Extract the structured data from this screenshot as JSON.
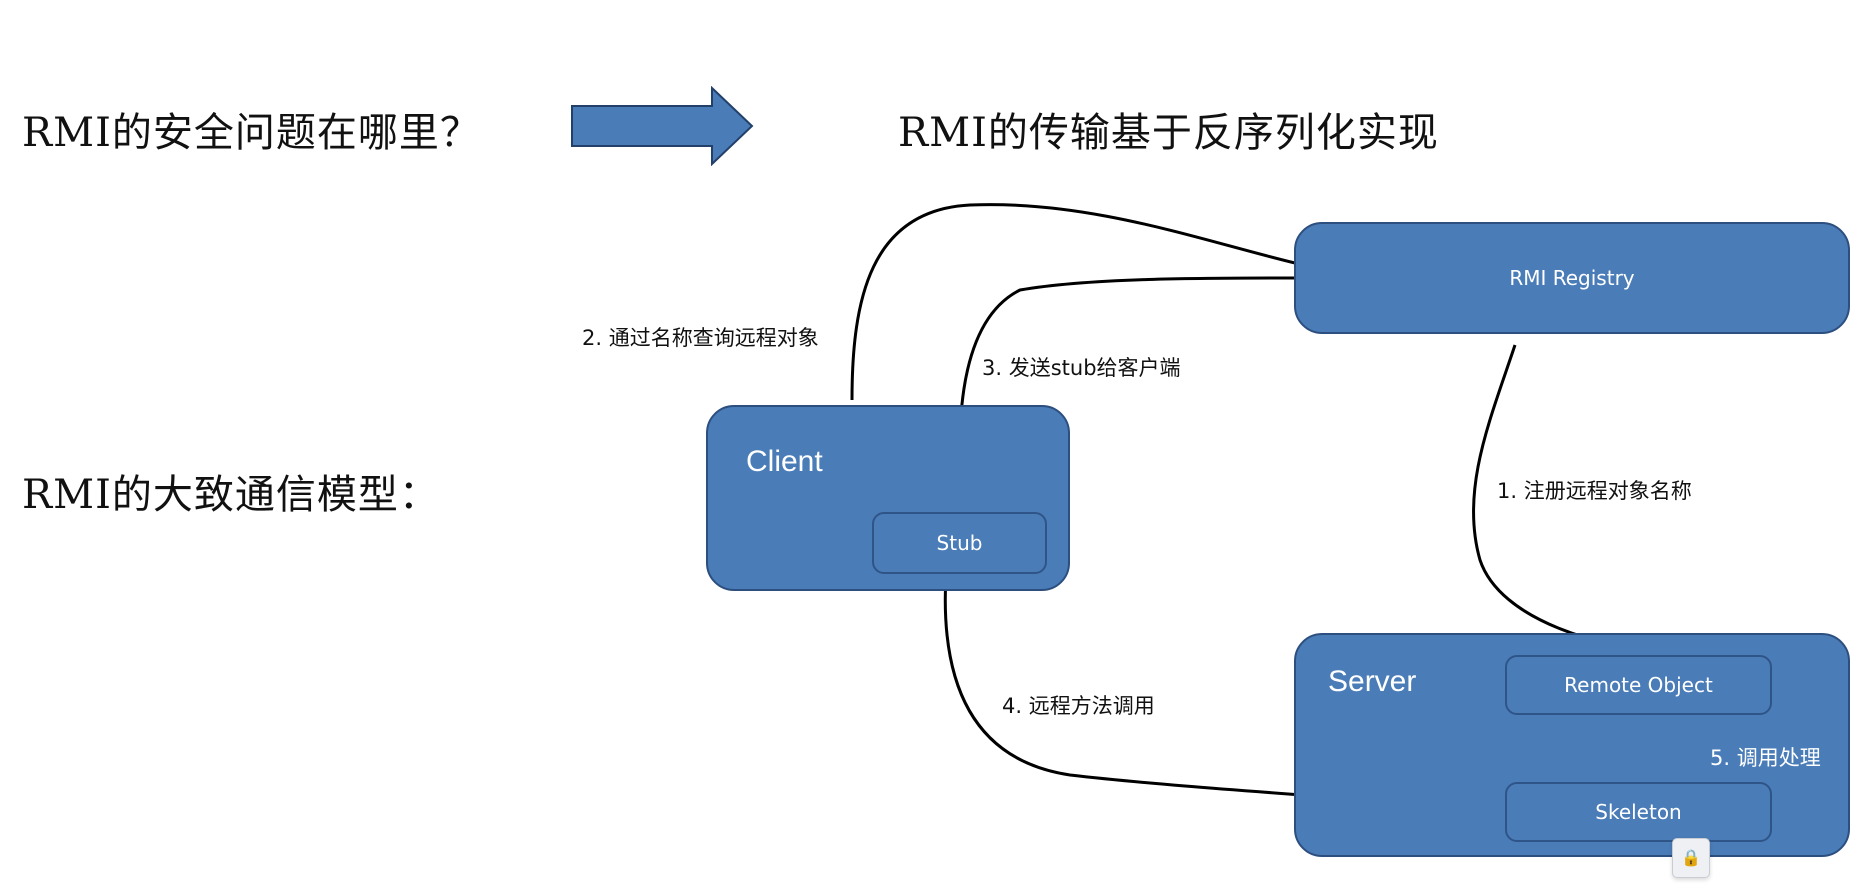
{
  "headings": {
    "question": "RMI的安全问题在哪里？",
    "answer": "RMI的传输基于反序列化实现",
    "model": "RMI的大致通信模型："
  },
  "diagram": {
    "registry": {
      "label": "RMI Registry"
    },
    "client": {
      "title": "Client",
      "stub": "Stub"
    },
    "server": {
      "title": "Server",
      "remote_object": "Remote Object",
      "skeleton": "Skeleton"
    },
    "steps": [
      {
        "label": "1. 注册远程对象名称"
      },
      {
        "label": "2. 通过名称查询远程对象"
      },
      {
        "label": "3. 发送stub给客户端"
      },
      {
        "label": "4. 远程方法调用"
      },
      {
        "label": "5. 调用处理"
      }
    ]
  },
  "colors": {
    "box_fill": "#4a7cb8",
    "box_border": "#2c4f7f",
    "arrow_fill": "#4a7cb8"
  },
  "overlay": {
    "icon": "usb-lock-icon"
  }
}
